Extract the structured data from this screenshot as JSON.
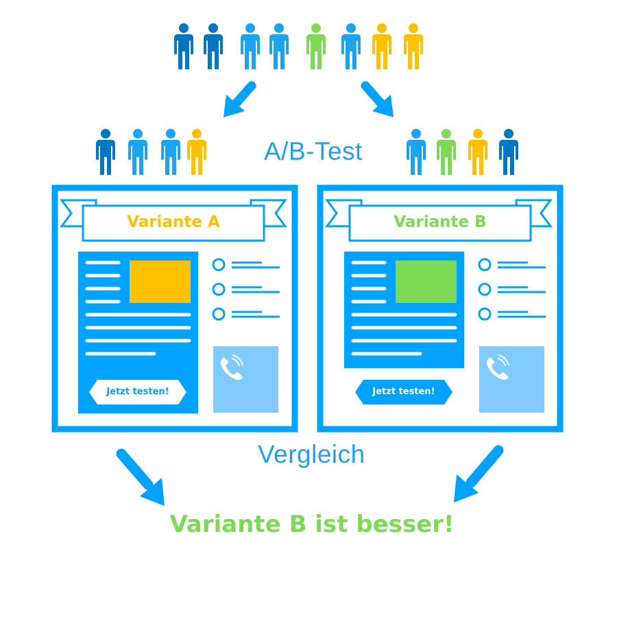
{
  "diagram": {
    "title": "A/B-Test",
    "comparison_label": "Vergleich",
    "conclusion": "Variante B ist besser!",
    "variant_a": {
      "label": "Variante A",
      "cta": "Jetzt testen!",
      "accent": "#ffc000"
    },
    "variant_b": {
      "label": "Variante B",
      "cta": "Jetzt testen!",
      "accent": "#7ed957"
    }
  },
  "colors": {
    "primary_blue": "#00a2ff",
    "dark_blue": "#0077c0",
    "light_blue": "#1aa3f0",
    "yellow": "#ffc000",
    "green": "#7ed957",
    "pale_blue": "#7fcbff"
  },
  "icons": {
    "person": "person-icon",
    "phone": "phone-icon",
    "arrow": "arrow-icon",
    "radio": "radio-circle-icon"
  }
}
